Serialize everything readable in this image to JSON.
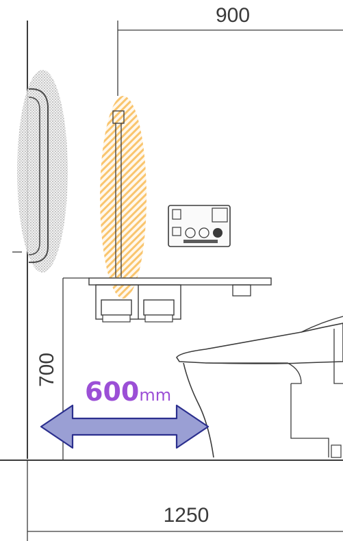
{
  "dimensions": {
    "top_width": "900",
    "bottom_width": "1250",
    "counter_height": "700"
  },
  "callout": {
    "value": "600",
    "unit": "mm"
  },
  "colors": {
    "line": "#3a3a3a",
    "callout_text": "#9b4fd6",
    "arrow_fill": "#9a9fd4",
    "arrow_stroke": "#2b2f8e",
    "grab_bar_highlight": "#bdbdbd",
    "rail_highlight": "#f5a623"
  },
  "icons": [
    "grab-bar-icon",
    "vertical-rail-icon",
    "remote-control-icon",
    "paper-holder-icon",
    "toilet-icon",
    "double-arrow-icon"
  ]
}
